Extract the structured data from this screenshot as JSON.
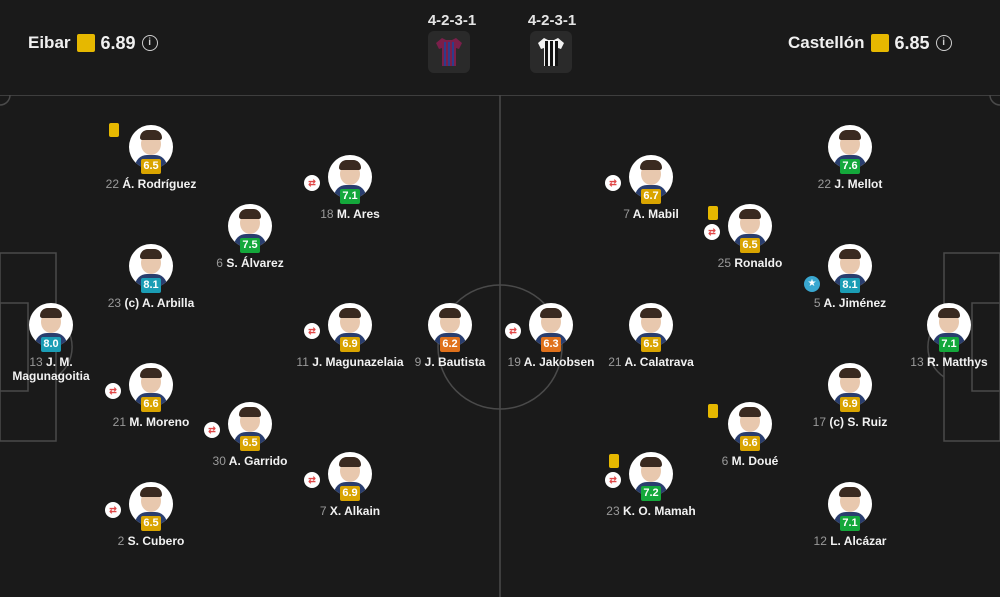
{
  "home": {
    "name": "Eibar",
    "rating": "6.89",
    "formation": "4-2-3-1"
  },
  "away": {
    "name": "Castellón",
    "rating": "6.85",
    "formation": "4-2-3-1"
  },
  "colors": {
    "yellow": "#d9a400",
    "green": "#14a83b",
    "teal": "#1b9db5",
    "orange": "#e0711b"
  },
  "players": [
    {
      "num": "13",
      "name": "J. M. Magunagoitia",
      "rating": "8.0",
      "color": "t"
    },
    {
      "num": "22",
      "name": "Á. Rodríguez",
      "rating": "6.5",
      "color": "y",
      "card": true
    },
    {
      "num": "23",
      "name": "(c) A. Arbilla",
      "rating": "8.1",
      "color": "t"
    },
    {
      "num": "21",
      "name": "M. Moreno",
      "rating": "6.6",
      "color": "y",
      "sub": true
    },
    {
      "num": "2",
      "name": "S. Cubero",
      "rating": "6.5",
      "color": "y",
      "sub": true
    },
    {
      "num": "6",
      "name": "S. Álvarez",
      "rating": "7.5",
      "color": "g"
    },
    {
      "num": "30",
      "name": "A. Garrido",
      "rating": "6.5",
      "color": "y",
      "sub": true
    },
    {
      "num": "18",
      "name": "M. Ares",
      "rating": "7.1",
      "color": "g",
      "sub": true
    },
    {
      "num": "11",
      "name": "J. Magunazelaia",
      "rating": "6.9",
      "color": "y",
      "sub": true
    },
    {
      "num": "7",
      "name": "X. Alkain",
      "rating": "6.9",
      "color": "y",
      "sub": true
    },
    {
      "num": "9",
      "name": "J. Bautista",
      "rating": "6.2",
      "color": "o"
    },
    {
      "num": "19",
      "name": "A. Jakobsen",
      "rating": "6.3",
      "color": "o",
      "sub": true
    },
    {
      "num": "7",
      "name": "A. Mabil",
      "rating": "6.7",
      "color": "y",
      "sub": true
    },
    {
      "num": "21",
      "name": "A. Calatrava",
      "rating": "6.5",
      "color": "y"
    },
    {
      "num": "23",
      "name": "K. O. Mamah",
      "rating": "7.2",
      "color": "g",
      "sub": true,
      "card": true
    },
    {
      "num": "25",
      "name": "Ronaldo",
      "rating": "6.5",
      "color": "y",
      "sub": true,
      "card": true
    },
    {
      "num": "6",
      "name": "M. Doué",
      "rating": "6.6",
      "color": "y",
      "card": true
    },
    {
      "num": "22",
      "name": "J. Mellot",
      "rating": "7.6",
      "color": "g"
    },
    {
      "num": "5",
      "name": "A. Jiménez",
      "rating": "8.1",
      "color": "t",
      "star": true
    },
    {
      "num": "17",
      "name": "(c) S. Ruiz",
      "rating": "6.9",
      "color": "y"
    },
    {
      "num": "12",
      "name": "L. Alcázar",
      "rating": "7.1",
      "color": "g"
    },
    {
      "num": "13",
      "name": "R. Matthys",
      "rating": "7.1",
      "color": "g"
    }
  ]
}
